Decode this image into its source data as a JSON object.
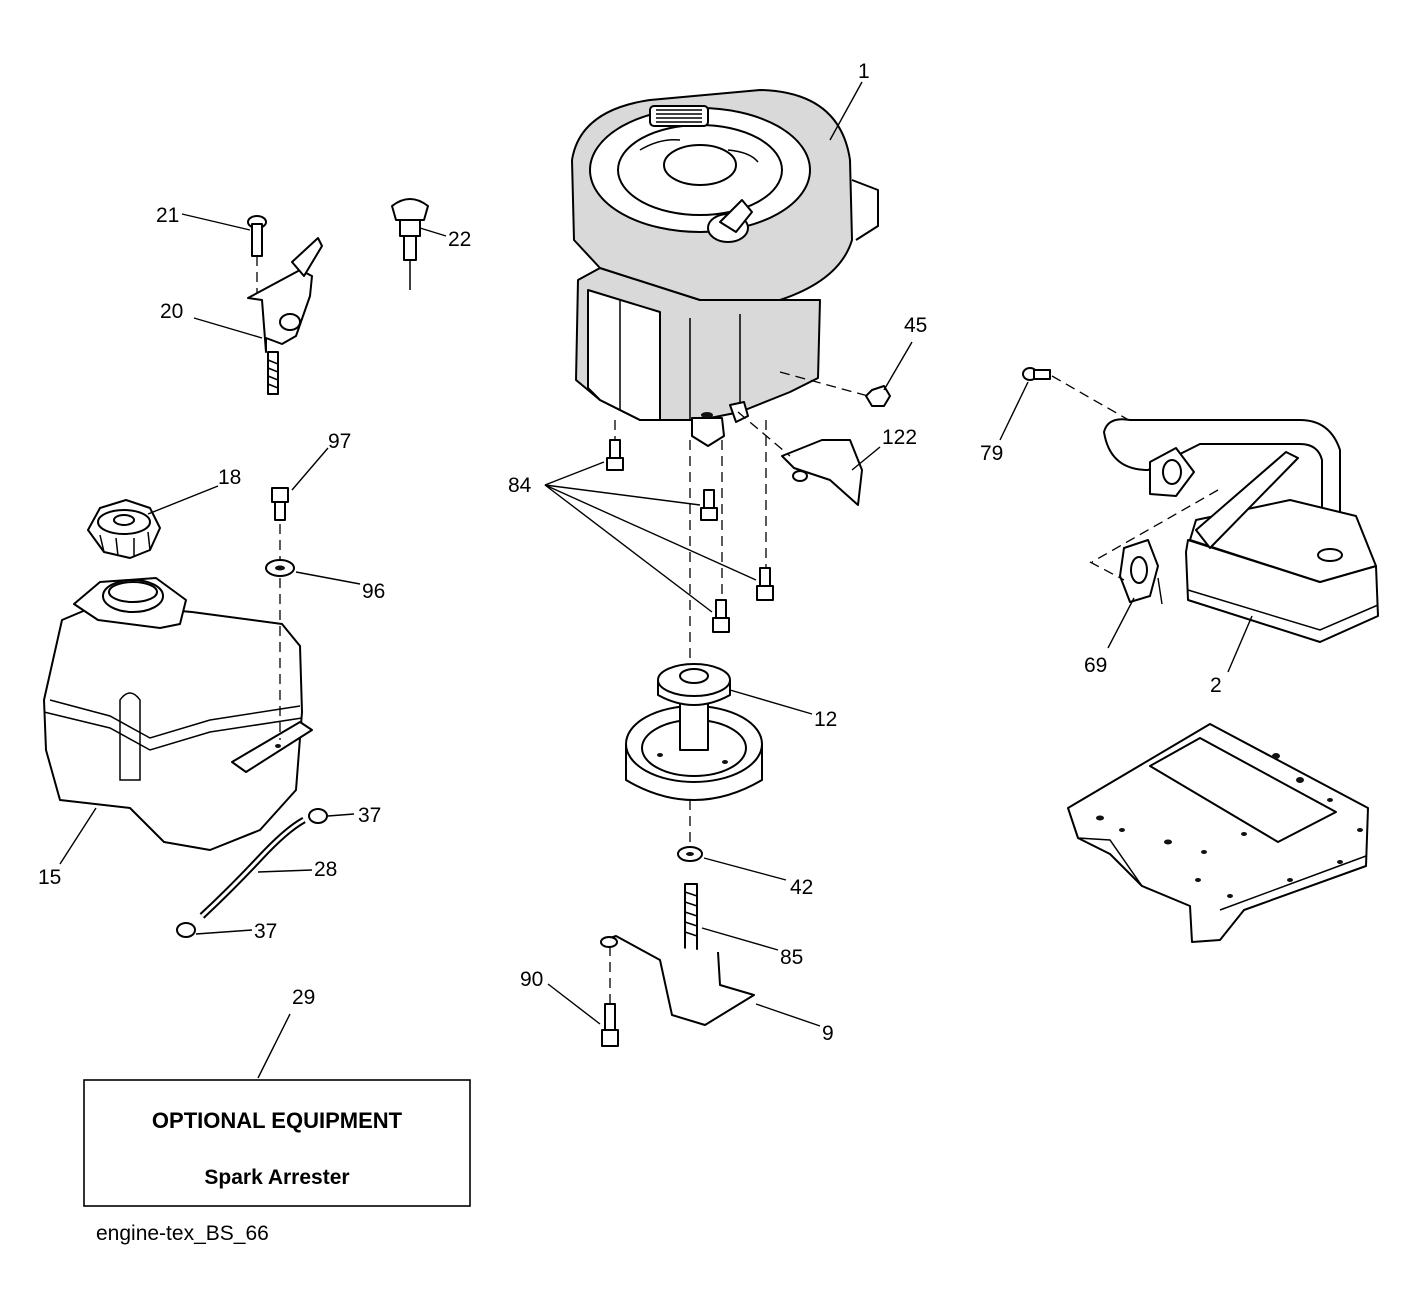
{
  "callouts": {
    "c1": "1",
    "c2": "2",
    "c9": "9",
    "c12": "12",
    "c15": "15",
    "c18": "18",
    "c20": "20",
    "c21": "21",
    "c22": "22",
    "c28": "28",
    "c29": "29",
    "c37a": "37",
    "c37b": "37",
    "c42": "42",
    "c45": "45",
    "c69": "69",
    "c79": "79",
    "c84": "84",
    "c85": "85",
    "c90": "90",
    "c96": "96",
    "c97": "97",
    "c122": "122"
  },
  "optional_box": {
    "title": "OPTIONAL EQUIPMENT",
    "item": "Spark Arrester"
  },
  "caption": "engine-tex_BS_66"
}
